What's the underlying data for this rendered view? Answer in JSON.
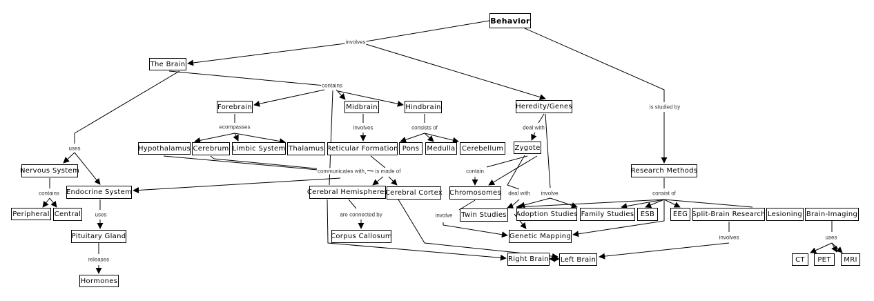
{
  "nodes": {
    "behavior": "Behavior",
    "the_brain": "The Brain",
    "forebrain": "Forebrain",
    "midbrain": "Midbrain",
    "hindbrain": "Hindbrain",
    "heredity_genes": "Heredity/Genes",
    "hypothalamus": "Hypothalamus",
    "cerebrum": "Cerebrum",
    "limbic_system": "Limbic System",
    "thalamus": "Thalamus",
    "reticular_formation": "Reticular Formation",
    "pons": "Pons",
    "medulla": "Medulla",
    "cerebellum": "Cerebellum",
    "zygote": "Zygote",
    "research_methods": "Research Methods",
    "nervous_system": "Nervous System",
    "endocrine_system": "Endocrine System",
    "cerebral_hemispheres": "Cerebral Hemispheres",
    "cerebral_cortex": "Cerebral Cortex",
    "chromosomes": "Chromosomes",
    "peripheral": "Peripheral",
    "central": "Central",
    "twin_studies": "Twin Studies",
    "adoption_studies": "Adoption Studies",
    "family_studies": "Family Studies",
    "esb": "ESB",
    "eeg": "EEG",
    "split_brain_research": "Split-Brain Research",
    "lesioning": "Lesioning",
    "brain_imaging": "Brain-Imaging",
    "pituitary_gland": "Pituitary Gland",
    "corpus_callosum": "Corpus Callosum",
    "genetic_mapping": "Genetic Mapping",
    "right_brain": "Right Brain",
    "left_brain": "Left Brain",
    "ct": "CT",
    "pet": "PET",
    "mri": "MRI",
    "hormones": "Hormones"
  },
  "link_labels": {
    "behavior_involves": "involves",
    "brain_contains": "contains",
    "forebrain_ecompasses": "ecompasses",
    "midbrain_involves": "involves",
    "hindbrain_consists_of": "consists of",
    "heredity_deal_with": "deal with",
    "behavior_is_studied_by": "is studied by",
    "brain_uses": "uses",
    "communicates_with": "communicates with",
    "is_made_of": "is made of",
    "zygote_contain": "contain",
    "nervous_contains": "contains",
    "zygote_deal_with": "deal with",
    "heredity_involve": "involve",
    "research_consist_of": "consist of",
    "endocrine_uses": "uses",
    "chromosomes_involve": "involve",
    "are_connected_by": "are connected by",
    "split_brain_involves": "involves",
    "pituitary_releases": "releases",
    "imaging_uses": "uses"
  }
}
